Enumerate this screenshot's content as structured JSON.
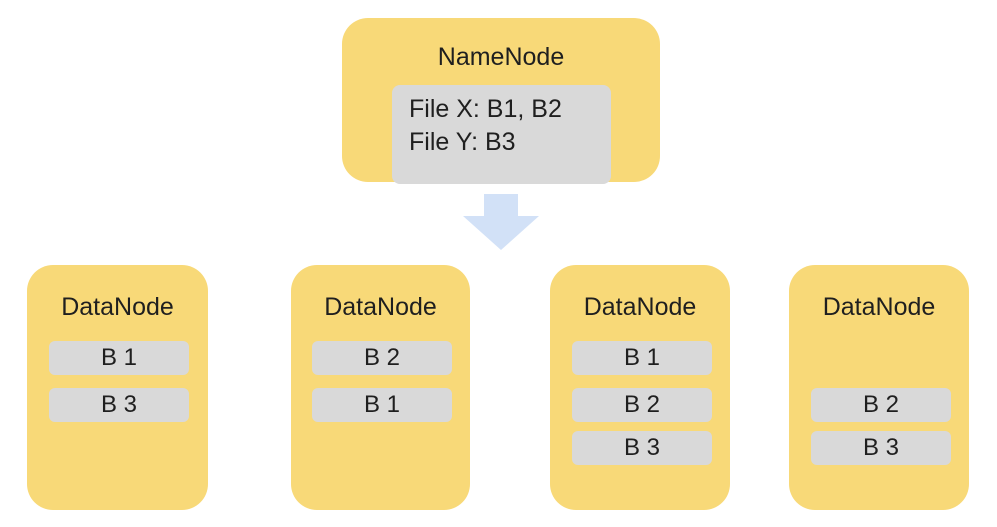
{
  "namenode": {
    "title": "NameNode",
    "files": [
      "File X: B1, B2",
      "File Y: B3"
    ]
  },
  "datanodes": [
    {
      "title": "DataNode",
      "blocks": [
        "B 1",
        "B 3"
      ]
    },
    {
      "title": "DataNode",
      "blocks": [
        "B 2",
        "B 1"
      ]
    },
    {
      "title": "DataNode",
      "blocks": [
        "B 1",
        "B 2",
        "B 3"
      ]
    },
    {
      "title": "DataNode",
      "blocks": [
        "B 2",
        "B 3"
      ]
    }
  ],
  "colors": {
    "node_fill": "#f8d978",
    "block_fill": "#d9d9d9",
    "arrow_fill": "#d2e1f7"
  }
}
